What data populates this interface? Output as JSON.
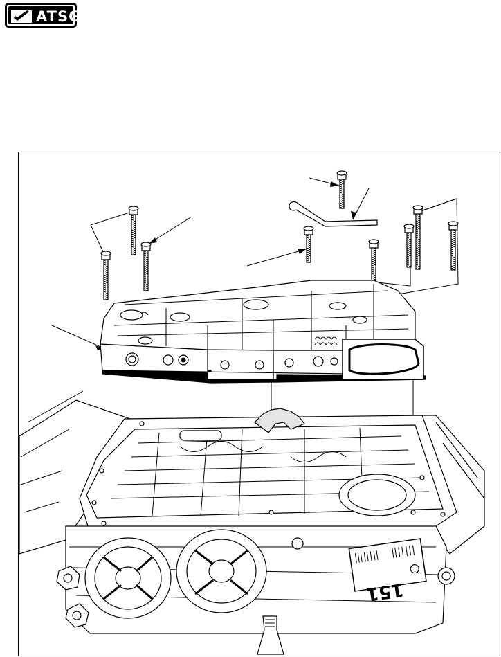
{
  "logo": {
    "text": "ATSG",
    "icon": "check-mark-icon"
  },
  "illustration": {
    "subject": "valve-body-installation",
    "label_151": "151",
    "colors": {
      "ink": "#000000",
      "paper": "#ffffff",
      "shade": "#cfcfcf"
    }
  }
}
